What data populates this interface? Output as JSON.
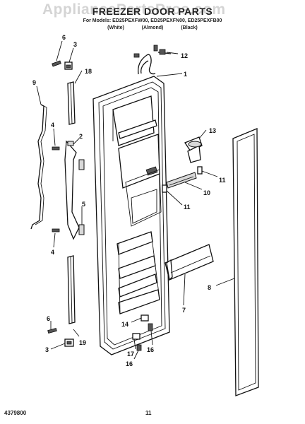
{
  "header": {
    "title": "FREEZER DOOR PARTS",
    "watermark": "AppliancePartsPros.com",
    "models_line": "For Models: ED25PEXFW00, ED25PEXFN00, ED25PEXFB00",
    "color_white": "(White)",
    "color_almond": "(Almond)",
    "color_black": "(Black)"
  },
  "footer": {
    "document_number": "4379800",
    "page_number": "11"
  },
  "callouts": [
    {
      "id": "c1",
      "label": "1"
    },
    {
      "id": "c2",
      "label": "2"
    },
    {
      "id": "c3a",
      "label": "3"
    },
    {
      "id": "c3b",
      "label": "3"
    },
    {
      "id": "c4a",
      "label": "4"
    },
    {
      "id": "c4b",
      "label": "4"
    },
    {
      "id": "c5",
      "label": "5"
    },
    {
      "id": "c6a",
      "label": "6"
    },
    {
      "id": "c6b",
      "label": "6"
    },
    {
      "id": "c7",
      "label": "7"
    },
    {
      "id": "c8",
      "label": "8"
    },
    {
      "id": "c9",
      "label": "9"
    },
    {
      "id": "c10",
      "label": "10"
    },
    {
      "id": "c11a",
      "label": "11"
    },
    {
      "id": "c11b",
      "label": "11"
    },
    {
      "id": "c12",
      "label": "12"
    },
    {
      "id": "c13",
      "label": "13"
    },
    {
      "id": "c14",
      "label": "14"
    },
    {
      "id": "c16a",
      "label": "16"
    },
    {
      "id": "c16b",
      "label": "16"
    },
    {
      "id": "c17",
      "label": "17"
    },
    {
      "id": "c18",
      "label": "18"
    },
    {
      "id": "c19",
      "label": "19"
    }
  ]
}
